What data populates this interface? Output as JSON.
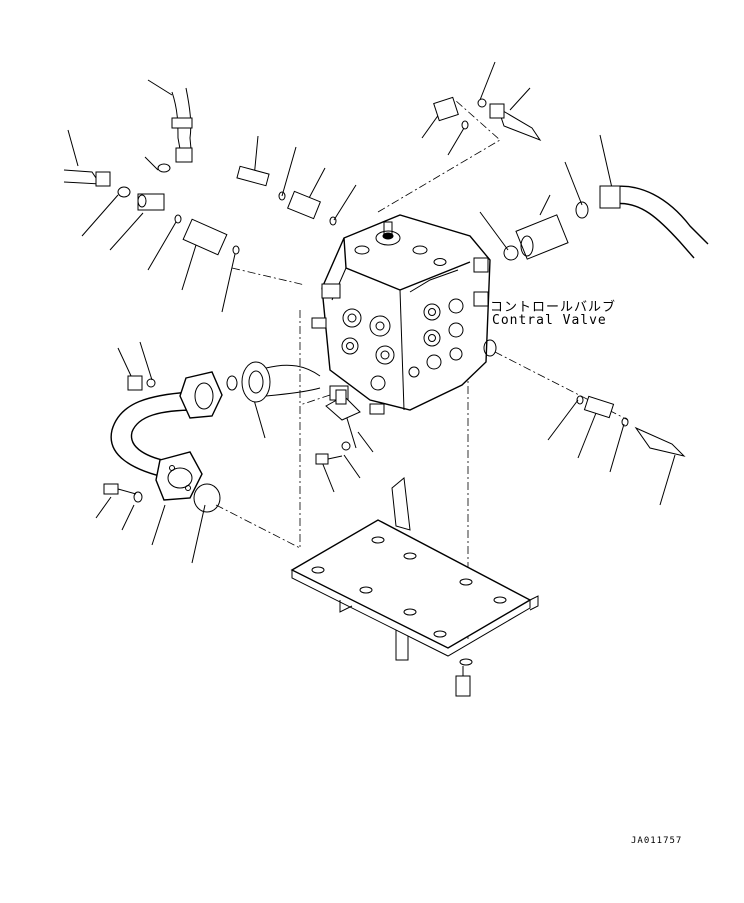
{
  "labels": {
    "part_name_jp": "コントロールバルブ",
    "part_name_en": "Contral Valve"
  },
  "drawing_number": "JA011757"
}
